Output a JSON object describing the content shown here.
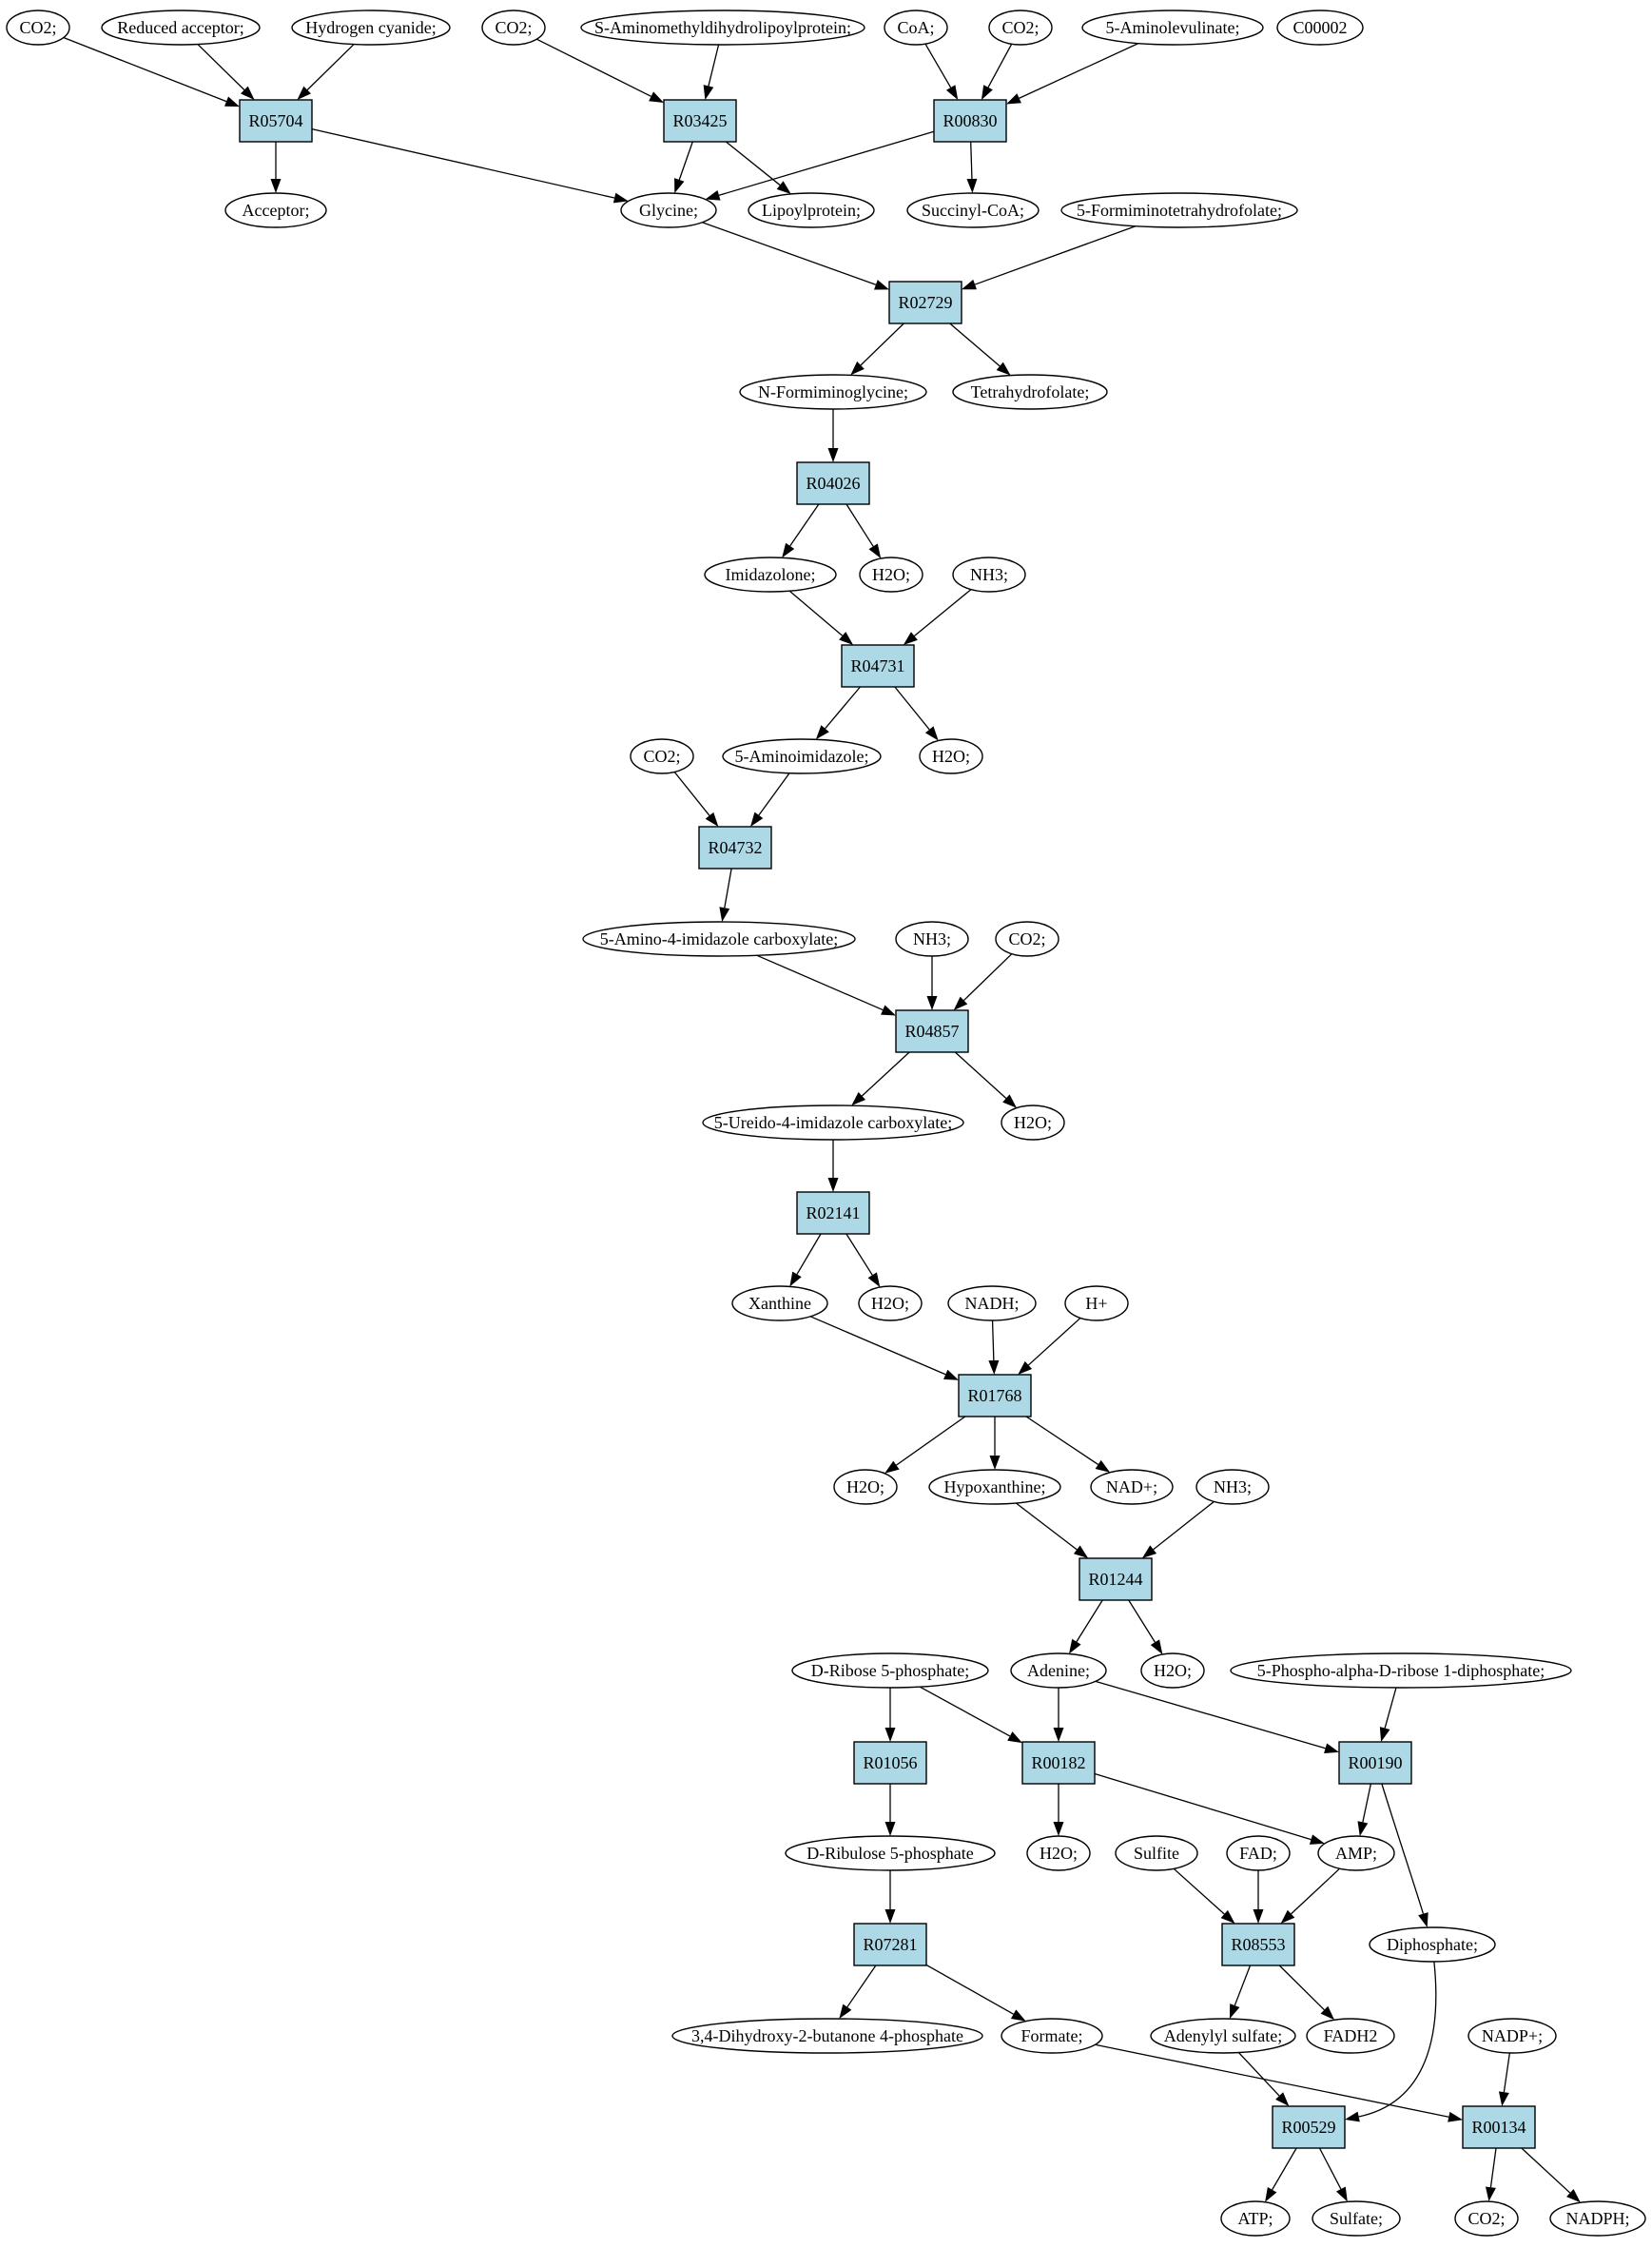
{
  "nodes": [
    {
      "id": "m_co2_a",
      "label": "CO2;",
      "kind": "metabolite"
    },
    {
      "id": "m_redacc",
      "label": "Reduced acceptor;",
      "kind": "metabolite"
    },
    {
      "id": "m_hcn",
      "label": "Hydrogen cyanide;",
      "kind": "metabolite"
    },
    {
      "id": "m_co2_b",
      "label": "CO2;",
      "kind": "metabolite"
    },
    {
      "id": "m_samdlp",
      "label": "S-Aminomethyldihydrolipoylprotein;",
      "kind": "metabolite"
    },
    {
      "id": "m_coa",
      "label": "CoA;",
      "kind": "metabolite"
    },
    {
      "id": "m_co2_c",
      "label": "CO2;",
      "kind": "metabolite"
    },
    {
      "id": "m_5alev",
      "label": "5-Aminolevulinate;",
      "kind": "metabolite"
    },
    {
      "id": "m_c00002",
      "label": "C00002",
      "kind": "highlight-yellow"
    },
    {
      "id": "r_R05704",
      "label": "R05704",
      "kind": "reaction"
    },
    {
      "id": "r_R03425",
      "label": "R03425",
      "kind": "reaction"
    },
    {
      "id": "r_R00830",
      "label": "R00830",
      "kind": "reaction"
    },
    {
      "id": "m_acceptor",
      "label": "Acceptor;",
      "kind": "metabolite"
    },
    {
      "id": "m_glycine",
      "label": "Glycine;",
      "kind": "metabolite"
    },
    {
      "id": "m_lipoprot",
      "label": "Lipoylprotein;",
      "kind": "metabolite"
    },
    {
      "id": "m_succoa",
      "label": "Succinyl-CoA;",
      "kind": "metabolite"
    },
    {
      "id": "m_5fthf",
      "label": "5-Formiminotetrahydrofolate;",
      "kind": "metabolite"
    },
    {
      "id": "r_R02729",
      "label": "R02729",
      "kind": "reaction"
    },
    {
      "id": "m_nfgly",
      "label": "N-Formiminoglycine;",
      "kind": "metabolite"
    },
    {
      "id": "m_thf",
      "label": "Tetrahydrofolate;",
      "kind": "metabolite"
    },
    {
      "id": "r_R04026",
      "label": "R04026",
      "kind": "reaction"
    },
    {
      "id": "m_imidazolone",
      "label": "Imidazolone;",
      "kind": "metabolite"
    },
    {
      "id": "m_h2o_a",
      "label": "H2O;",
      "kind": "metabolite"
    },
    {
      "id": "m_nh3_a",
      "label": "NH3;",
      "kind": "metabolite"
    },
    {
      "id": "r_R04731",
      "label": "R04731",
      "kind": "reaction"
    },
    {
      "id": "m_co2_d",
      "label": "CO2;",
      "kind": "metabolite"
    },
    {
      "id": "m_5aimid",
      "label": "5-Aminoimidazole;",
      "kind": "metabolite"
    },
    {
      "id": "m_h2o_b",
      "label": "H2O;",
      "kind": "metabolite"
    },
    {
      "id": "r_R04732",
      "label": "R04732",
      "kind": "reaction"
    },
    {
      "id": "m_5a4ic",
      "label": "5-Amino-4-imidazole carboxylate;",
      "kind": "metabolite"
    },
    {
      "id": "m_nh3_b",
      "label": "NH3;",
      "kind": "metabolite"
    },
    {
      "id": "m_co2_e",
      "label": "CO2;",
      "kind": "metabolite"
    },
    {
      "id": "r_R04857",
      "label": "R04857",
      "kind": "reaction"
    },
    {
      "id": "m_5u4ic",
      "label": "5-Ureido-4-imidazole carboxylate;",
      "kind": "metabolite"
    },
    {
      "id": "m_h2o_c",
      "label": "H2O;",
      "kind": "metabolite"
    },
    {
      "id": "r_R02141",
      "label": "R02141",
      "kind": "reaction"
    },
    {
      "id": "m_xanthine",
      "label": "Xanthine",
      "kind": "metabolite"
    },
    {
      "id": "m_h2o_d",
      "label": "H2O;",
      "kind": "metabolite"
    },
    {
      "id": "m_nadh",
      "label": "NADH;",
      "kind": "metabolite"
    },
    {
      "id": "m_hplus",
      "label": "H+",
      "kind": "metabolite"
    },
    {
      "id": "r_R01768",
      "label": "R01768",
      "kind": "reaction"
    },
    {
      "id": "m_h2o_e",
      "label": "H2O;",
      "kind": "metabolite"
    },
    {
      "id": "m_hypox",
      "label": "Hypoxanthine;",
      "kind": "metabolite"
    },
    {
      "id": "m_nadplus",
      "label": "NAD+;",
      "kind": "metabolite"
    },
    {
      "id": "m_nh3_c",
      "label": "NH3;",
      "kind": "metabolite"
    },
    {
      "id": "r_R01244",
      "label": "R01244",
      "kind": "reaction"
    },
    {
      "id": "m_dr5p",
      "label": "D-Ribose 5-phosphate;",
      "kind": "highlight-green"
    },
    {
      "id": "m_adenine",
      "label": "Adenine;",
      "kind": "metabolite"
    },
    {
      "id": "m_h2o_f",
      "label": "H2O;",
      "kind": "metabolite"
    },
    {
      "id": "m_prpp",
      "label": "5-Phospho-alpha-D-ribose 1-diphosphate;",
      "kind": "metabolite"
    },
    {
      "id": "r_R01056",
      "label": "R01056",
      "kind": "reaction"
    },
    {
      "id": "r_R00182",
      "label": "R00182",
      "kind": "reaction"
    },
    {
      "id": "r_R00190",
      "label": "R00190",
      "kind": "reaction"
    },
    {
      "id": "m_dru5p",
      "label": "D-Ribulose 5-phosphate",
      "kind": "metabolite"
    },
    {
      "id": "m_h2o_g",
      "label": "H2O;",
      "kind": "metabolite"
    },
    {
      "id": "m_sulfite",
      "label": "Sulfite",
      "kind": "metabolite"
    },
    {
      "id": "m_fad",
      "label": "FAD;",
      "kind": "metabolite"
    },
    {
      "id": "m_amp",
      "label": "AMP;",
      "kind": "metabolite"
    },
    {
      "id": "r_R07281",
      "label": "R07281",
      "kind": "reaction"
    },
    {
      "id": "r_R08553",
      "label": "R08553",
      "kind": "reaction"
    },
    {
      "id": "m_diphos",
      "label": "Diphosphate;",
      "kind": "metabolite"
    },
    {
      "id": "m_34dhb",
      "label": "3,4-Dihydroxy-2-butanone 4-phosphate",
      "kind": "metabolite"
    },
    {
      "id": "m_formate",
      "label": "Formate;",
      "kind": "metabolite"
    },
    {
      "id": "m_adenylyl",
      "label": "Adenylyl sulfate;",
      "kind": "metabolite"
    },
    {
      "id": "m_fadh2",
      "label": "FADH2",
      "kind": "metabolite"
    },
    {
      "id": "m_nadpplus",
      "label": "NADP+;",
      "kind": "metabolite"
    },
    {
      "id": "r_R00529",
      "label": "R00529",
      "kind": "reaction"
    },
    {
      "id": "r_R00134",
      "label": "R00134",
      "kind": "reaction"
    },
    {
      "id": "m_atp",
      "label": "ATP;",
      "kind": "metabolite"
    },
    {
      "id": "m_sulfate",
      "label": "Sulfate;",
      "kind": "metabolite"
    },
    {
      "id": "m_co2_f",
      "label": "CO2;",
      "kind": "metabolite"
    },
    {
      "id": "m_nadph",
      "label": "NADPH;",
      "kind": "metabolite"
    }
  ],
  "edges": [
    [
      "m_co2_a",
      "r_R05704"
    ],
    [
      "m_redacc",
      "r_R05704"
    ],
    [
      "m_hcn",
      "r_R05704"
    ],
    [
      "r_R05704",
      "m_acceptor"
    ],
    [
      "r_R05704",
      "m_glycine"
    ],
    [
      "m_co2_b",
      "r_R03425"
    ],
    [
      "m_samdlp",
      "r_R03425"
    ],
    [
      "r_R03425",
      "m_glycine"
    ],
    [
      "r_R03425",
      "m_lipoprot"
    ],
    [
      "m_coa",
      "r_R00830"
    ],
    [
      "m_co2_c",
      "r_R00830"
    ],
    [
      "m_5alev",
      "r_R00830"
    ],
    [
      "r_R00830",
      "m_glycine"
    ],
    [
      "r_R00830",
      "m_succoa"
    ],
    [
      "m_glycine",
      "r_R02729"
    ],
    [
      "m_5fthf",
      "r_R02729"
    ],
    [
      "r_R02729",
      "m_nfgly"
    ],
    [
      "r_R02729",
      "m_thf"
    ],
    [
      "m_nfgly",
      "r_R04026"
    ],
    [
      "r_R04026",
      "m_imidazolone"
    ],
    [
      "r_R04026",
      "m_h2o_a"
    ],
    [
      "m_imidazolone",
      "r_R04731"
    ],
    [
      "m_nh3_a",
      "r_R04731"
    ],
    [
      "r_R04731",
      "m_5aimid"
    ],
    [
      "r_R04731",
      "m_h2o_b"
    ],
    [
      "m_co2_d",
      "r_R04732"
    ],
    [
      "m_5aimid",
      "r_R04732"
    ],
    [
      "r_R04732",
      "m_5a4ic"
    ],
    [
      "m_5a4ic",
      "r_R04857"
    ],
    [
      "m_nh3_b",
      "r_R04857"
    ],
    [
      "m_co2_e",
      "r_R04857"
    ],
    [
      "r_R04857",
      "m_5u4ic"
    ],
    [
      "r_R04857",
      "m_h2o_c"
    ],
    [
      "m_5u4ic",
      "r_R02141"
    ],
    [
      "r_R02141",
      "m_xanthine"
    ],
    [
      "r_R02141",
      "m_h2o_d"
    ],
    [
      "m_xanthine",
      "r_R01768"
    ],
    [
      "m_nadh",
      "r_R01768"
    ],
    [
      "m_hplus",
      "r_R01768"
    ],
    [
      "r_R01768",
      "m_h2o_e"
    ],
    [
      "r_R01768",
      "m_hypox"
    ],
    [
      "r_R01768",
      "m_nadplus"
    ],
    [
      "m_hypox",
      "r_R01244"
    ],
    [
      "m_nh3_c",
      "r_R01244"
    ],
    [
      "r_R01244",
      "m_adenine"
    ],
    [
      "r_R01244",
      "m_h2o_f"
    ],
    [
      "m_dr5p",
      "r_R01056"
    ],
    [
      "m_dr5p",
      "r_R00182"
    ],
    [
      "m_adenine",
      "r_R00182"
    ],
    [
      "m_adenine",
      "r_R00190"
    ],
    [
      "m_prpp",
      "r_R00190"
    ],
    [
      "r_R01056",
      "m_dru5p"
    ],
    [
      "r_R00182",
      "m_h2o_g"
    ],
    [
      "r_R00182",
      "m_amp"
    ],
    [
      "r_R00190",
      "m_amp"
    ],
    [
      "r_R00190",
      "m_diphos"
    ],
    [
      "m_dru5p",
      "r_R07281"
    ],
    [
      "m_sulfite",
      "r_R08553"
    ],
    [
      "m_fad",
      "r_R08553"
    ],
    [
      "m_amp",
      "r_R08553"
    ],
    [
      "r_R07281",
      "m_34dhb"
    ],
    [
      "r_R07281",
      "m_formate"
    ],
    [
      "r_R08553",
      "m_adenylyl"
    ],
    [
      "r_R08553",
      "m_fadh2"
    ],
    [
      "m_adenylyl",
      "r_R00529"
    ],
    [
      "m_diphos",
      "r_R00529"
    ],
    [
      "m_formate",
      "r_R00134"
    ],
    [
      "m_nadpplus",
      "r_R00134"
    ],
    [
      "r_R00529",
      "m_atp"
    ],
    [
      "r_R00529",
      "m_sulfate"
    ],
    [
      "r_R00134",
      "m_co2_f"
    ],
    [
      "r_R00134",
      "m_nadph"
    ]
  ],
  "colors": {
    "reaction_fill": "#add8e6",
    "metabolite_fill": "#ffffff",
    "highlight_yellow": "#ffff00",
    "highlight_green": "#00ff00",
    "stroke": "#000000"
  }
}
